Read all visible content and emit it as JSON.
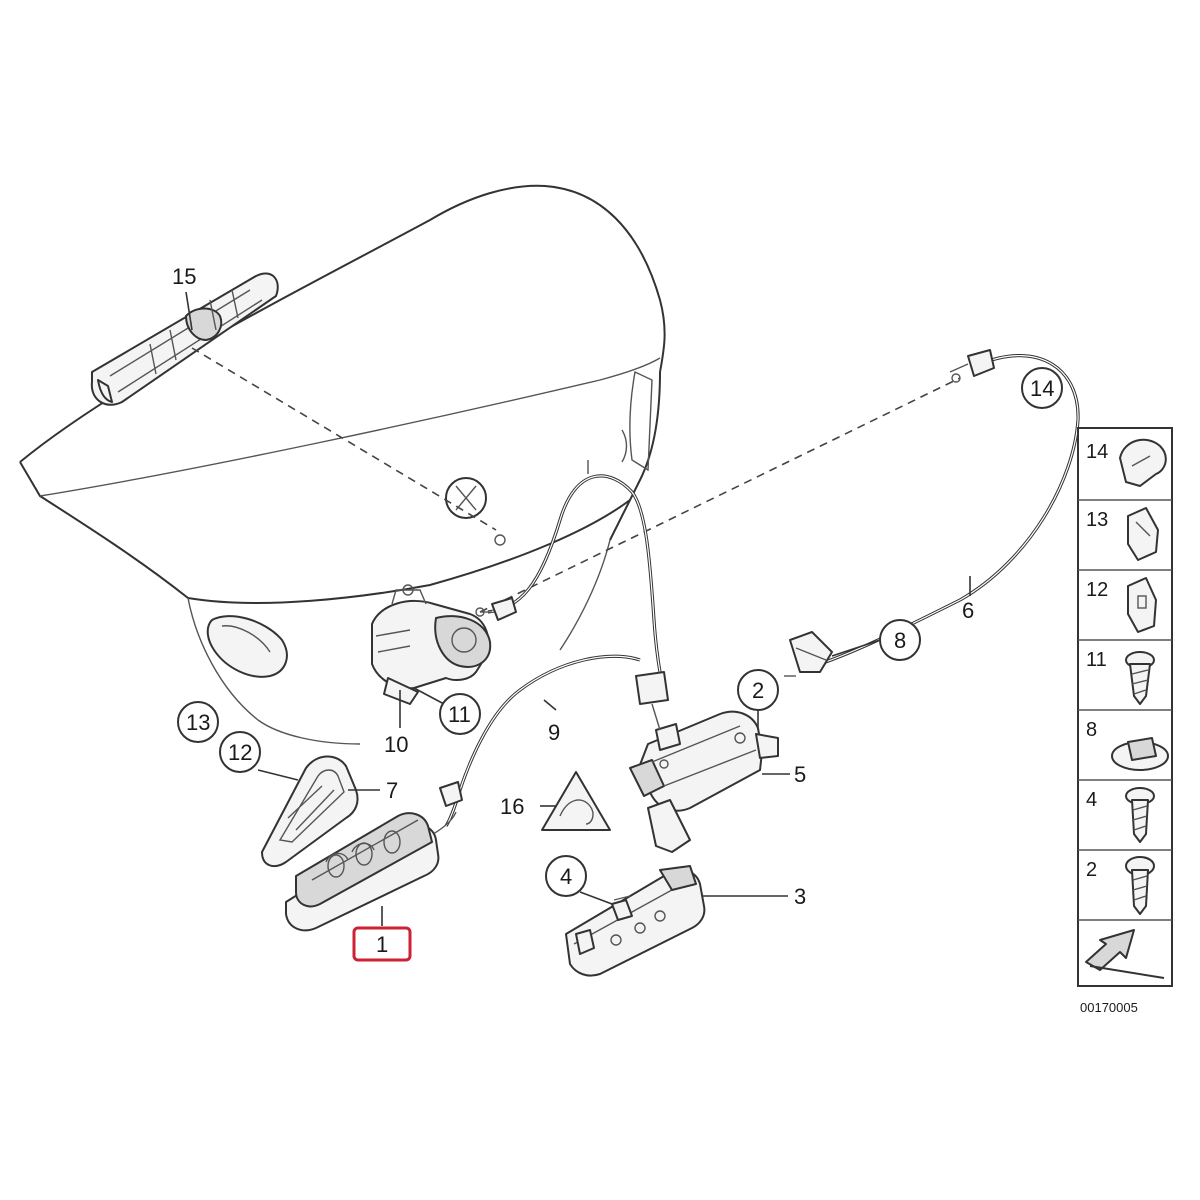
{
  "diagram": {
    "callouts": {
      "c1": "1",
      "c2": "2",
      "c3": "3",
      "c4": "4",
      "c5": "5",
      "c6": "6",
      "c7": "7",
      "c8": "8",
      "c9": "9",
      "c10": "10",
      "c11": "11",
      "c12": "12",
      "c13": "13",
      "c14": "14",
      "c15": "15",
      "c16": "16"
    },
    "highlight_color": "#cc2233",
    "legend_items": [
      "14",
      "13",
      "12",
      "11",
      "8",
      "4",
      "2"
    ],
    "diagram_code": "00170005"
  }
}
